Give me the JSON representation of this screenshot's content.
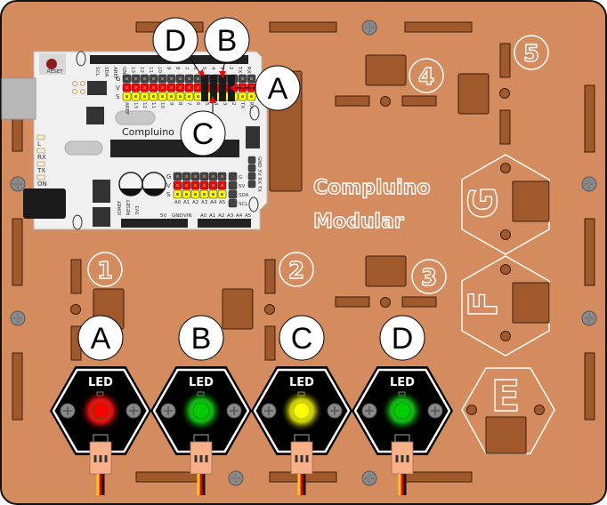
{
  "diagram": {
    "title_line1": "Compluino",
    "title_line2": "Modular",
    "board_label": "Compluino",
    "colors": {
      "base": "#d48c5e",
      "slot": "#a0592b",
      "board": "#f0f0f0",
      "header_ground": "#444444",
      "header_voltage": "#ff0000",
      "header_signal": "#ffff00"
    },
    "slot_numbers": [
      "1",
      "2",
      "3",
      "4",
      "5"
    ],
    "hex_slot_letters": [
      "G",
      "F",
      "E"
    ],
    "callouts_top": [
      "D",
      "B",
      "A",
      "C"
    ],
    "callouts_modules": [
      "A",
      "B",
      "C",
      "D"
    ],
    "row_labels": [
      "G",
      "V",
      "S"
    ],
    "digital_pins_top": [
      "SCL",
      "SDA",
      "AREF",
      "GND",
      "13",
      "12",
      "11",
      "10",
      "9",
      "8",
      "7",
      "6",
      "5",
      "4",
      "3",
      "2",
      "TX",
      "RX"
    ],
    "digital_pins_bottom": [
      "AREF",
      "13",
      "12",
      "11",
      "10",
      "9",
      "8",
      "7",
      "6",
      "5",
      "4",
      "3",
      "2",
      "TX",
      "RX"
    ],
    "analog_pins": [
      "A0",
      "A1",
      "A2",
      "A3",
      "A4",
      "A5"
    ],
    "power_pins": [
      "IOREF",
      "RESET",
      "3V3",
      "5V",
      "GND",
      "VIN"
    ],
    "i2c_pins": [
      "G",
      "5V",
      "SDA",
      "SCL"
    ],
    "serial_pins": [
      "GND",
      "5V",
      "RX",
      "TX"
    ],
    "status_leds": [
      "L",
      "RX",
      "TX",
      "ON"
    ],
    "reset_label": "RESET",
    "led_modules": [
      {
        "label": "LED",
        "callout": "A",
        "color": "#ff0000",
        "glow": "#ff2020",
        "state": "on"
      },
      {
        "label": "LED",
        "callout": "B",
        "color": "#00cc00",
        "glow": "#00e000",
        "state": "on"
      },
      {
        "label": "LED",
        "callout": "C",
        "color": "#ffff00",
        "glow": "#e0e000",
        "state": "on"
      },
      {
        "label": "LED",
        "callout": "D",
        "color": "#00cc00",
        "glow": "#00e000",
        "state": "on"
      }
    ],
    "connections": [
      {
        "module": "A",
        "pin": "2"
      },
      {
        "module": "B",
        "pin": "3"
      },
      {
        "module": "C",
        "pin": "4"
      },
      {
        "module": "D",
        "pin": "5"
      }
    ]
  }
}
